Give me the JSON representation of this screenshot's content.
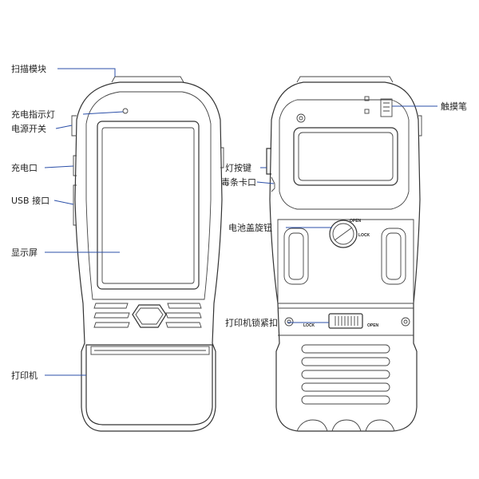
{
  "front_labels": {
    "scan_module": "扫描模块",
    "charge_indicator": "充电指示灯",
    "power_switch": "电源开关",
    "charging_port": "充电口",
    "usb_port": "USB 接口",
    "display": "显示屏",
    "printer": "打印机"
  },
  "back_labels": {
    "stylus": "触摸笔",
    "light_button": "灯按键",
    "toxin_card_slot": "毒条卡口",
    "battery_knob": "电池盖旋钮",
    "printer_lock": "打印机锁紧扣"
  },
  "device_marks": {
    "knob_open": "OPEN",
    "knob_lock": "LOCK",
    "slider_lock": "LOCK",
    "slider_open": "OPEN"
  },
  "colors": {
    "outline": "#333333",
    "leader": "#2b4fa8"
  }
}
